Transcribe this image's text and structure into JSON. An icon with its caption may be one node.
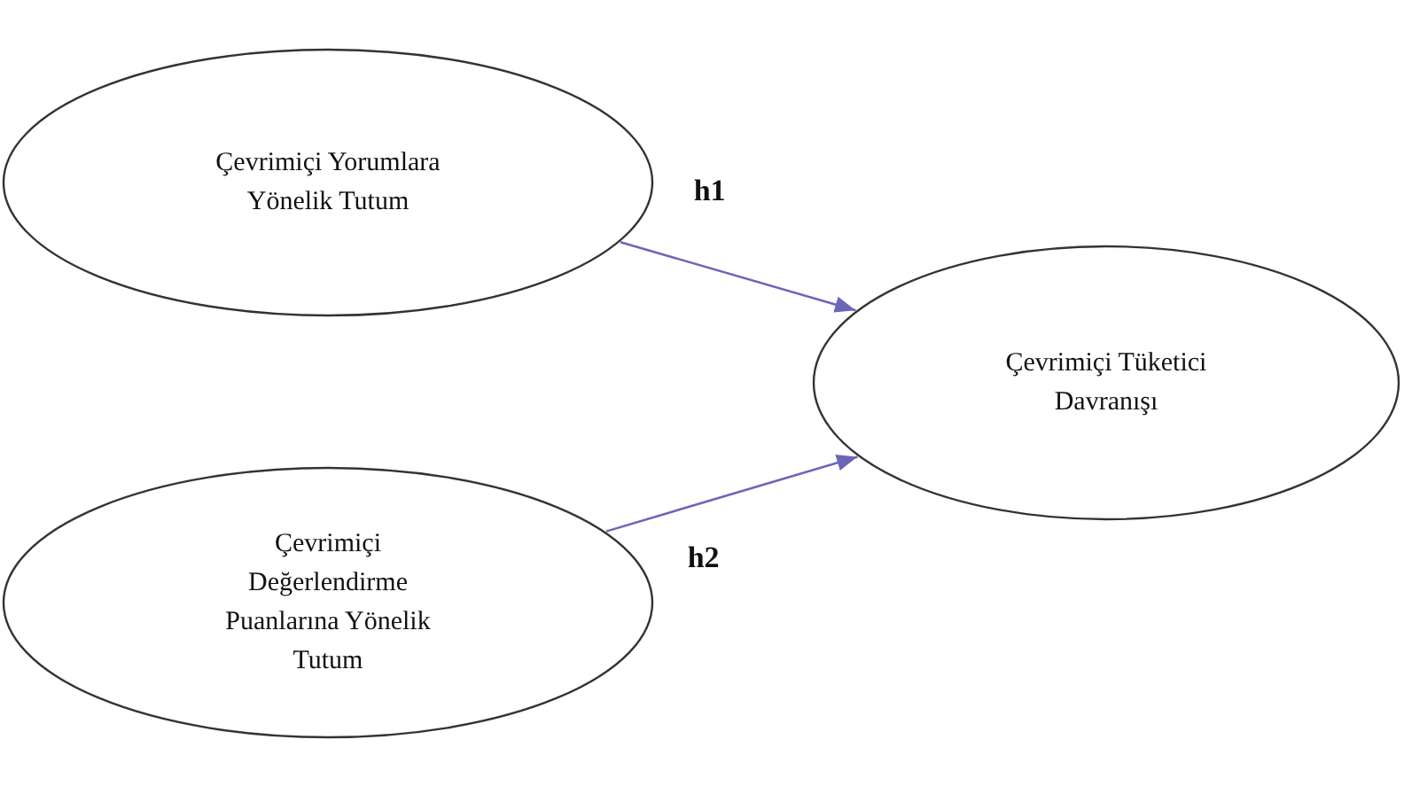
{
  "diagram": {
    "nodes": [
      {
        "text": [
          "Çevrimiçi Yorumlara Yönelik Tutum"
        ]
      },
      {
        "text": [
          "Çevrimiçi Tüketici Davranışı"
        ]
      },
      {
        "text": [
          "Çevrimiçi Değerlendirme Puanlarına Yönelik Tutum"
        ]
      }
    ],
    "edges": [
      {
        "from": 0,
        "to": 1,
        "arrow": "to",
        "label": "h1"
      },
      {
        "from": 2,
        "to": 1,
        "arrow": "to",
        "label": "h2"
      }
    ]
  }
}
